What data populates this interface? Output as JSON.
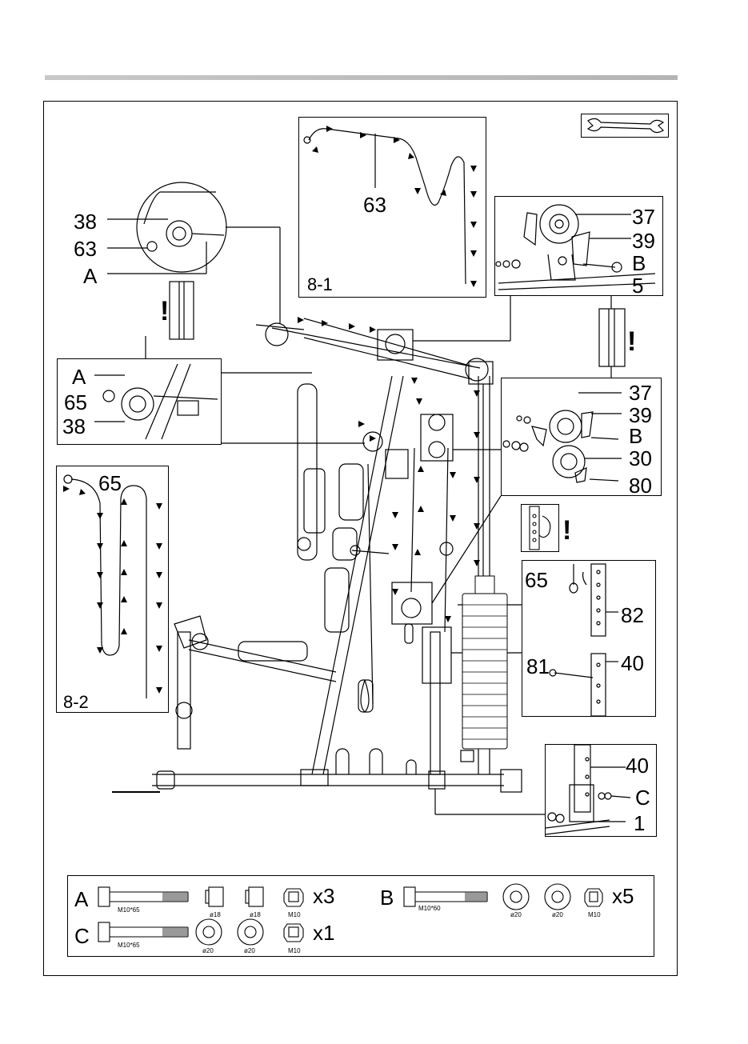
{
  "detail_8_1": {
    "label": "8-1",
    "part": "63"
  },
  "detail_8_2": {
    "label": "8-2",
    "part": "65"
  },
  "callout_left_top": {
    "labels": [
      "38",
      "63",
      "A"
    ]
  },
  "callout_left_mid": {
    "labels": [
      "A",
      "65",
      "38"
    ]
  },
  "callout_right_top": {
    "labels": [
      "37",
      "39",
      "B",
      "5"
    ]
  },
  "callout_right_mid": {
    "labels": [
      "37",
      "39",
      "B",
      "30",
      "80"
    ]
  },
  "callout_weight": {
    "labels": [
      "65",
      "82",
      "81",
      "40"
    ]
  },
  "callout_bottom": {
    "labels": [
      "40",
      "C",
      "1"
    ]
  },
  "warning_mark": "!",
  "hardware": {
    "A": {
      "letter": "A",
      "bolt": "M10*65",
      "washer1": "ø18",
      "washer2": "ø18",
      "nut": "M10",
      "qty": "x3"
    },
    "B": {
      "letter": "B",
      "bolt": "M10*60",
      "washer1": "ø20",
      "washer2": "ø20",
      "nut": "M10",
      "qty": "x5"
    },
    "C": {
      "letter": "C",
      "bolt": "M10*65",
      "washer1": "ø20",
      "washer2": "ø20",
      "nut": "M10",
      "qty": "x1"
    }
  }
}
